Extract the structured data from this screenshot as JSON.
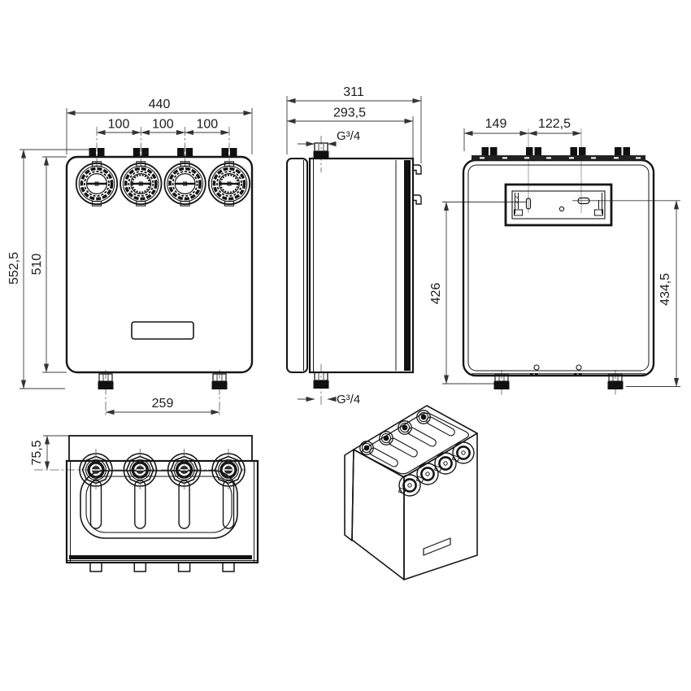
{
  "drawing": {
    "front": {
      "width_total": "440",
      "port_spacing": [
        "100",
        "100",
        "100"
      ],
      "height_total": "552,5",
      "height_body": "510",
      "bottom_port_spacing": "259"
    },
    "side": {
      "depth_total": "311",
      "depth_body": "293,5",
      "thread_top": "G³/4",
      "thread_bottom": "G³/4"
    },
    "back": {
      "bracket_offset_left": "149",
      "bracket_offset_right": "122,5",
      "height_left": "426",
      "height_right": "434,5"
    },
    "top": {
      "port_depth": "75,5"
    }
  }
}
